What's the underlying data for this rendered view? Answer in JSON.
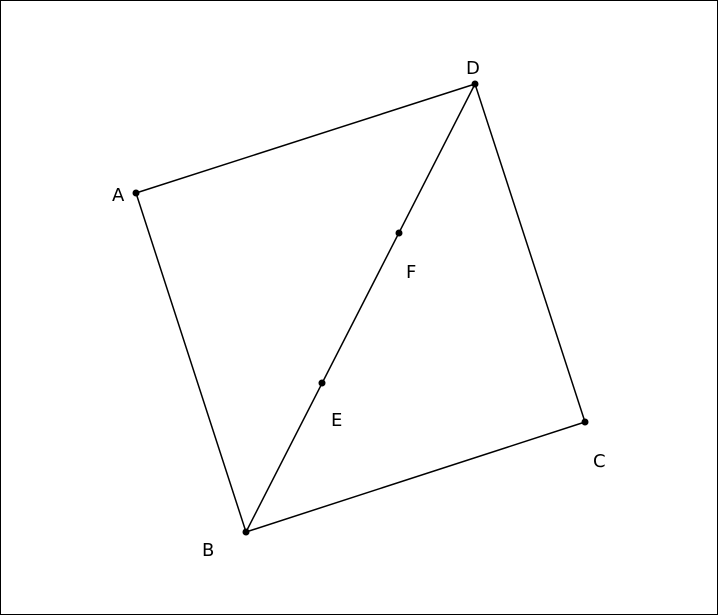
{
  "diagram": {
    "colors": {
      "background": "#ffffff",
      "stroke": "#000000",
      "point": "#000000"
    },
    "points": {
      "A": {
        "label": "A"
      },
      "B": {
        "label": "B"
      },
      "C": {
        "label": "C"
      },
      "D": {
        "label": "D"
      },
      "E": {
        "label": "E"
      },
      "F": {
        "label": "F"
      }
    }
  }
}
